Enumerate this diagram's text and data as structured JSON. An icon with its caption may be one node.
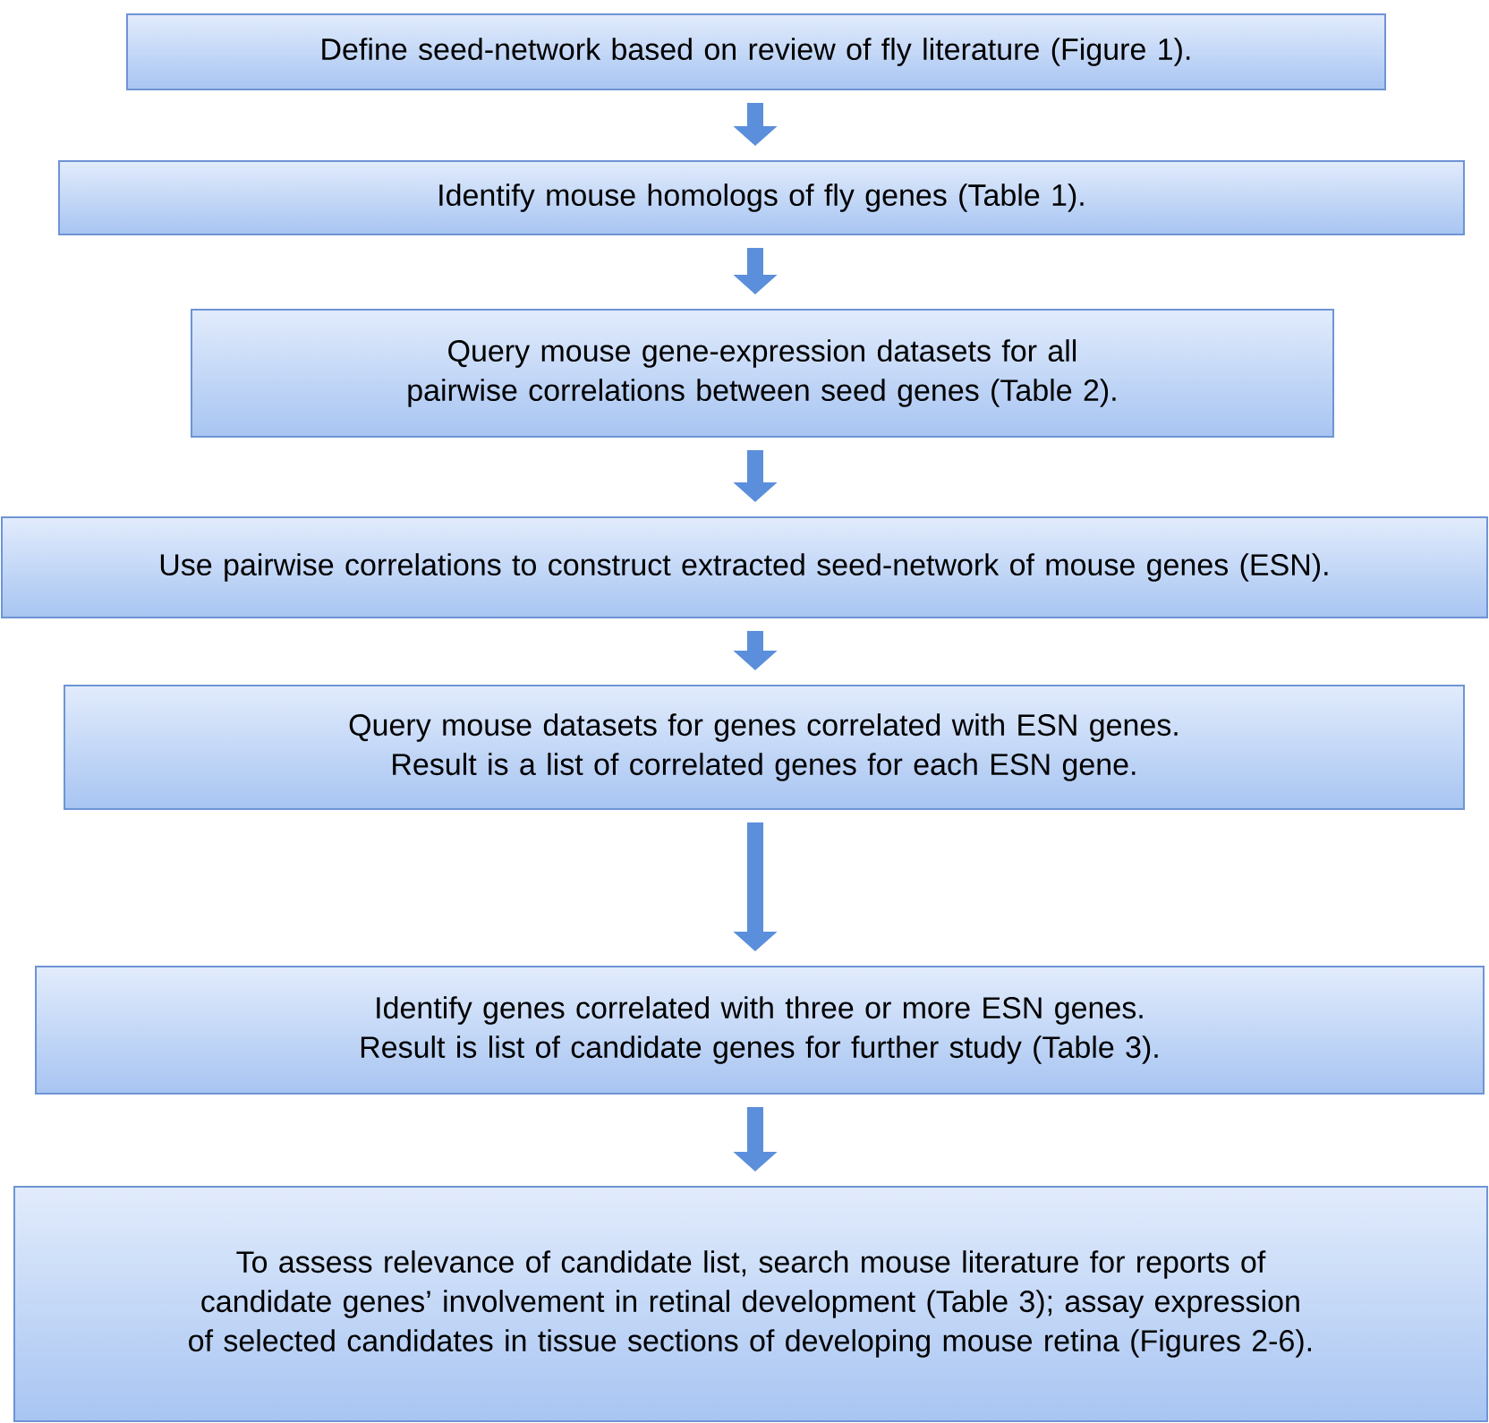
{
  "diagram": {
    "nodes": [
      {
        "text": [
          "Define seed-network based on review of fly literature (Figure 1)."
        ]
      },
      {
        "text": [
          "Identify mouse homologs of fly genes (Table 1)."
        ]
      },
      {
        "text": [
          "Query mouse gene-expression datasets for all pairwise correlations between seed genes (Table 2)."
        ]
      },
      {
        "text": [
          "Use pairwise correlations to construct extracted seed-network of mouse genes (ESN)."
        ]
      },
      {
        "text": [
          "Query mouse datasets for genes correlated with ESN genes.  Result is a list of correlated genes for each ESN gene."
        ]
      },
      {
        "text": [
          "Identify genes correlated with three or more ESN genes.  Result is list of candidate genes for further study (Table 3)."
        ]
      },
      {
        "text": [
          "To assess relevance of candidate list, search mouse literature for reports of candidate genes’ involvement in retinal development (Table 3); assay expression of selected candidates in tissue sections of developing mouse retina (Figures 2-6)."
        ]
      }
    ],
    "edges": [
      {
        "from": 0,
        "to": 1,
        "arrow": "to"
      },
      {
        "from": 1,
        "to": 2,
        "arrow": "to"
      },
      {
        "from": 2,
        "to": 3,
        "arrow": "to"
      },
      {
        "from": 3,
        "to": 4,
        "arrow": "to"
      },
      {
        "from": 4,
        "to": 5,
        "arrow": "to"
      },
      {
        "from": 5,
        "to": 6,
        "arrow": "to"
      }
    ]
  }
}
